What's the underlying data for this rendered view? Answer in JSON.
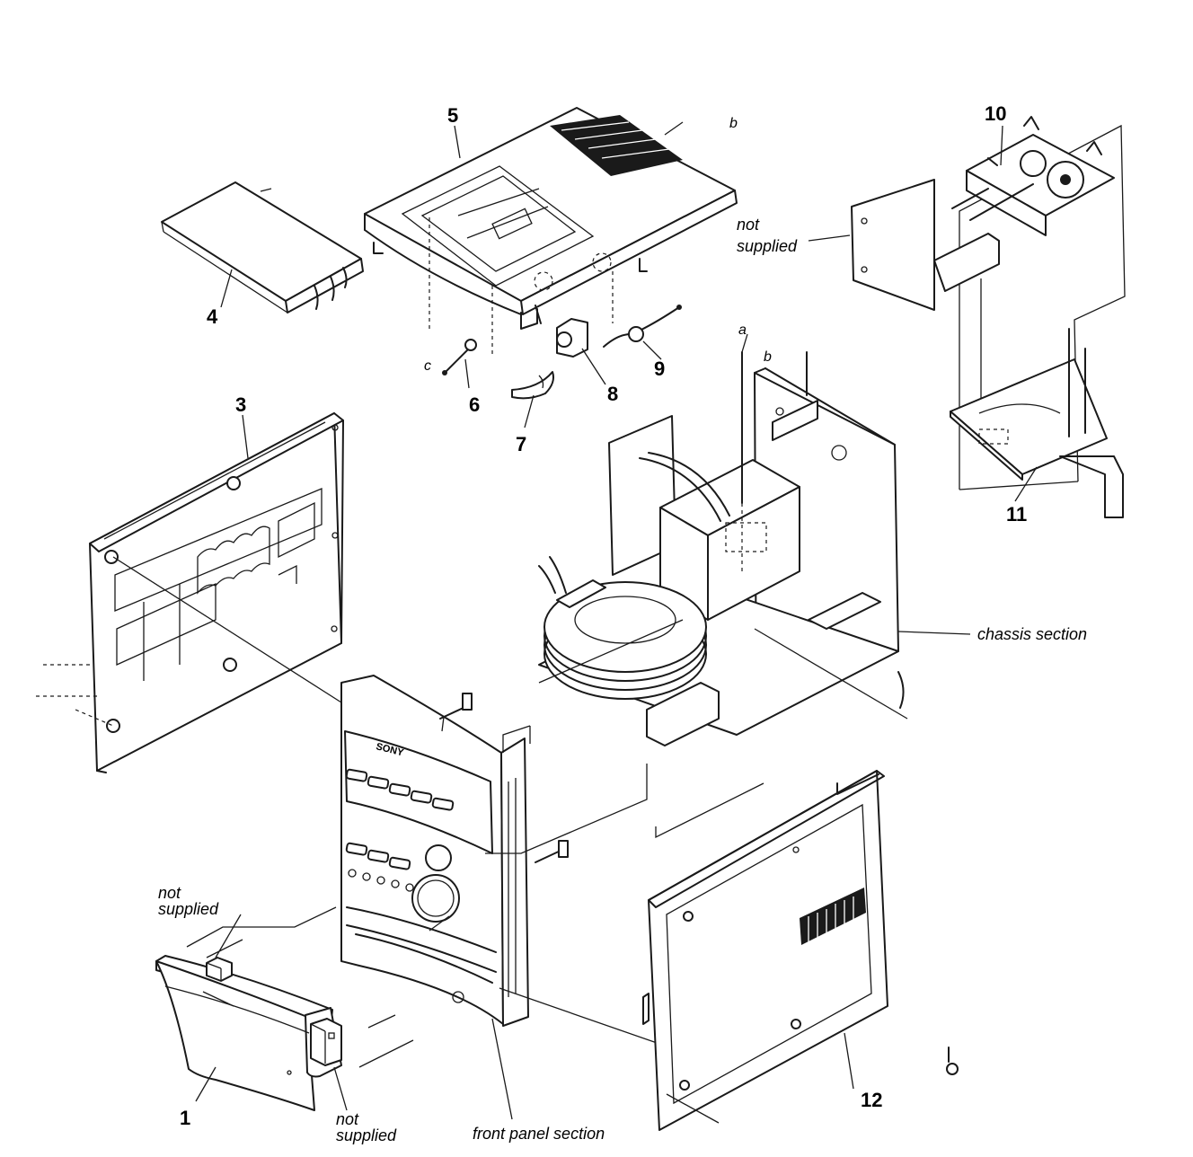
{
  "parts": {
    "p1": "1",
    "p3": "3",
    "p4": "4",
    "p5": "5",
    "p6": "6",
    "p7": "7",
    "p8": "8",
    "p9": "9",
    "p10": "10",
    "p11": "11",
    "p12": "12"
  },
  "refs": {
    "a": "a",
    "b_top": "b",
    "b_chassis": "b",
    "c": "c"
  },
  "notes": {
    "not_supplied_top_line1": "not",
    "not_supplied_top_line2": "supplied",
    "not_supplied_left_line1": "not",
    "not_supplied_left_line2": "supplied",
    "not_supplied_bottom_line1": "not",
    "not_supplied_bottom_line2": "supplied",
    "chassis_section": "chassis section",
    "front_panel_section": "front panel section",
    "brand_mark": "SONY"
  }
}
